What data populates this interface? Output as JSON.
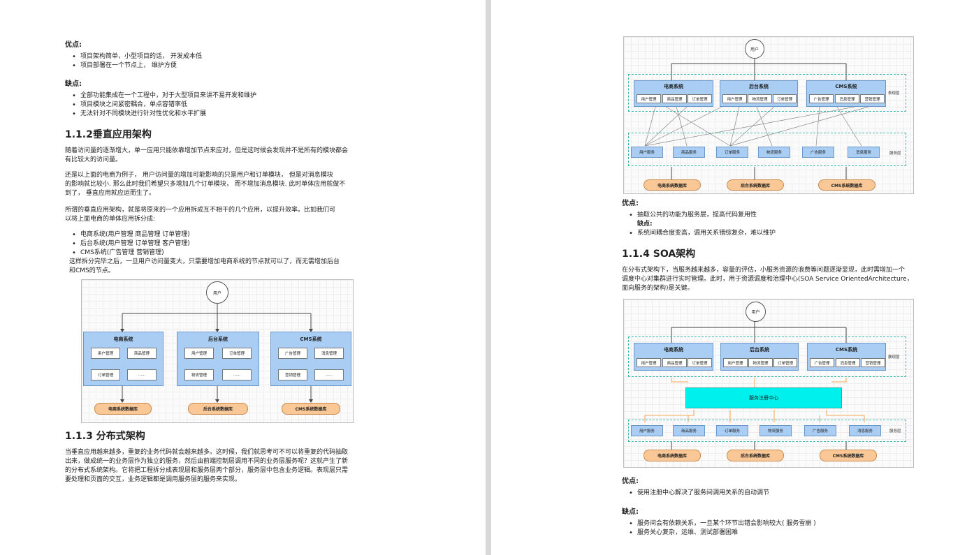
{
  "left": {
    "adv_label": "优点:",
    "adv_items": [
      "项目架构简单，小型项目的话， 开发成本低",
      "项目部署在一个节点上， 维护方便"
    ],
    "dis_label": "缺点:",
    "dis_items": [
      "全部功能集成在一个工程中，对于大型项目来讲不易开发和维护",
      "项目模块之间紧密耦合，单点容错率低",
      "无法针对不同模块进行针对性优化和水平扩展"
    ],
    "h112": "1.1.2垂直应用架构",
    "p1": [
      "随着访问量的逐渐增大，单一应用只能依靠增加节点来应对，但是这时候会发现并不是所有的模块都会",
      "有比较大的访问量。"
    ],
    "p2": [
      "还是以上面的电商为例子， 用户访问量的增加可能影响的只是用户和订单模块， 但是对消息模块",
      "的影响就比较小. 那么此时我们希望只多增加几个订单模块， 而不增加消息模块. 此时单体应用就做不",
      "到了， 垂直应用就应运而生了。"
    ],
    "p3": [
      "所谓的垂直应用架构，就是将原来的一个应用拆成互不相干的几个应用，以提升效率。比如我们可",
      "以将上面电商的单体应用拆分成:"
    ],
    "split_items": [
      "电商系统(用户管理 商品管理 订单管理)",
      "后台系统(用户管理 订单管理 客户管理)",
      "CMS系统(广告管理 营销管理)"
    ],
    "split_cont": [
      "这样拆分完毕之后，一旦用户访问量变大，只需要增加电商系统的节点就可以了，而无需增加后台",
      "和CMS的节点。"
    ],
    "h113": "1.1.3 分布式架构",
    "p4": [
      "当垂直应用越来越多，重复的业务代码就会越来越多。这时候，我们就思考可不可以将重复的代码抽取",
      "出来，做成统一的业务层作为独立的服务，然后由前端控制层调用不同的业务层服务呢？这就产生了新",
      "的分布式系统架构。它将把工程拆分成表现层和服务层两个部分，服务层中包含业务逻辑。表现层只需",
      "要处理和页面的交互，业务逻辑都是调用服务层的服务来实现。"
    ]
  },
  "right": {
    "adv_label": "优点:",
    "adv_items": [
      "抽取公共的功能为服务层，提高代码复用性"
    ],
    "dis_sub": "缺点:",
    "dis_items": [
      "系统间耦合度变高，调用关系错综复杂，难以维护"
    ],
    "h114": "1.1.4 SOA架构",
    "p5": [
      "在分布式架构下，当服务越来越多，容量的评估，小服务资源的浪费等问题逐渐显现，此时需增加一个",
      "调度中心对集群进行实时管理。此时，用于资源调度和治理中心(SOA Service OrientedArchitecture，",
      "面向服务的架构)是关键。"
    ],
    "adv2_label": "优点:",
    "adv2_items": [
      "使用注册中心解决了服务间调用关系的自动调节"
    ],
    "dis2_label": "缺点:",
    "dis2_items": [
      "服务间会有依赖关系，一旦某个环节出错会影响较大( 服务雪崩 )",
      "服务关心复杂，运维、测试部署困难"
    ]
  },
  "diagram_vertical": {
    "user": "用户",
    "systems": [
      {
        "title": "电商系统",
        "modules": [
          "用户管理",
          "商品管理",
          "订单管理",
          "......"
        ]
      },
      {
        "title": "后台系统",
        "modules": [
          "用户管理",
          "订单管理",
          "物流管理",
          "......"
        ]
      },
      {
        "title": "CMS系统",
        "modules": [
          "广告管理",
          "消息管理",
          "营销管理",
          "......"
        ]
      }
    ],
    "dbs": [
      "电商系统数据库",
      "后台系统数据库",
      "CMS系统数据库"
    ]
  },
  "diagram_distributed": {
    "user": "用户",
    "systems": [
      {
        "title": "电商系统",
        "modules": [
          "用户管理",
          "商品管理",
          "订单管理"
        ]
      },
      {
        "title": "后台系统",
        "modules": [
          "用户管理",
          "物流管理",
          "订单管理"
        ]
      },
      {
        "title": "CMS系统",
        "modules": [
          "广告管理",
          "消息管理",
          "营销管理"
        ]
      }
    ],
    "layer_top": "表现层",
    "services": [
      "用户服务",
      "商品服务",
      "订单服务",
      "物流服务",
      "广告服务",
      "消息服务"
    ],
    "layer_bottom": "服务层",
    "dbs": [
      "电商系统数据库",
      "后台系统数据库",
      "CMS系统数据库"
    ]
  },
  "diagram_soa": {
    "user": "用户",
    "systems": [
      {
        "title": "电商系统",
        "modules": [
          "用户管理",
          "商品管理",
          "订单管理"
        ]
      },
      {
        "title": "后台系统",
        "modules": [
          "用户管理",
          "物流管理",
          "订单管理"
        ]
      },
      {
        "title": "CMS系统",
        "modules": [
          "广告管理",
          "消息管理",
          "营销管理"
        ]
      }
    ],
    "layer_top": "展现层",
    "registry": "服务注册中心",
    "services": [
      "用户服务",
      "商品服务",
      "订单服务",
      "物流服务",
      "广告服务",
      "消息服务"
    ],
    "layer_bottom": "服务层",
    "dbs": [
      "电商系统数据库",
      "后台系统数据库",
      "CMS系统数据库"
    ]
  }
}
